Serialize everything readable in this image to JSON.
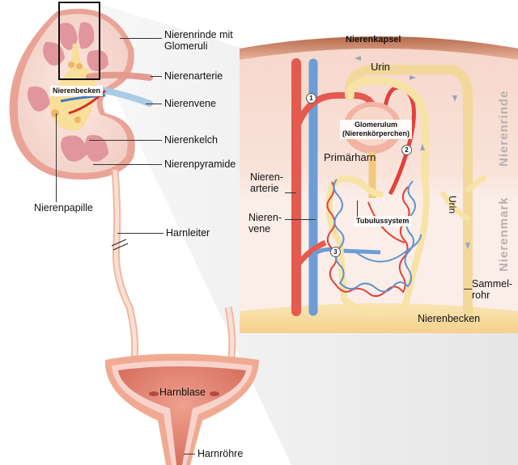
{
  "overview_labels": {
    "cortex": "Nierenrinde mit Glomeruli",
    "cortex_line1": "Nierenrinde mit",
    "cortex_line2": "Glomeruli",
    "renal_artery": "Nierenarterie",
    "renal_vein": "Nierenvene",
    "calyx": "Nierenkelch",
    "pyramid": "Nierenpyramide",
    "papilla": "Nierenpapille",
    "ureter": "Harnleiter",
    "bladder": "Harnblase",
    "urethra": "Harnröhre",
    "pelvis_small": "Nierenbecken"
  },
  "detail_labels": {
    "capsule": "Nierenkapsel",
    "urine_top": "Urin",
    "urine_side": "Urin",
    "glomerulus_line1": "Glomerulum",
    "glomerulus_line2": "(Nierenkörperchen)",
    "primary_urine": "Primärharn",
    "artery_line1": "Nieren-",
    "artery_line2": "arterie",
    "vein_line1": "Nieren-",
    "vein_line2": "vene",
    "tubule": "Tubulussystem",
    "collecting_line1": "Sammel-",
    "collecting_line2": "rohr",
    "pelvis": "Nierenbecken",
    "zone_cortex": "Nierenrinde",
    "zone_medulla": "Nierenmark",
    "markers": [
      "1",
      "2",
      "3"
    ]
  },
  "colors": {
    "artery": "#e2413a",
    "vein": "#5f93d0",
    "urine": "#f7e3a6",
    "capsule": "#c9876a",
    "cortex_bg": "#f9dfd6",
    "medulla_bg": "#fbece6",
    "pelvis_bg": "#f8d9a0",
    "panel_grey": "#ececec",
    "tissue_pink": "#e8a3a8"
  }
}
